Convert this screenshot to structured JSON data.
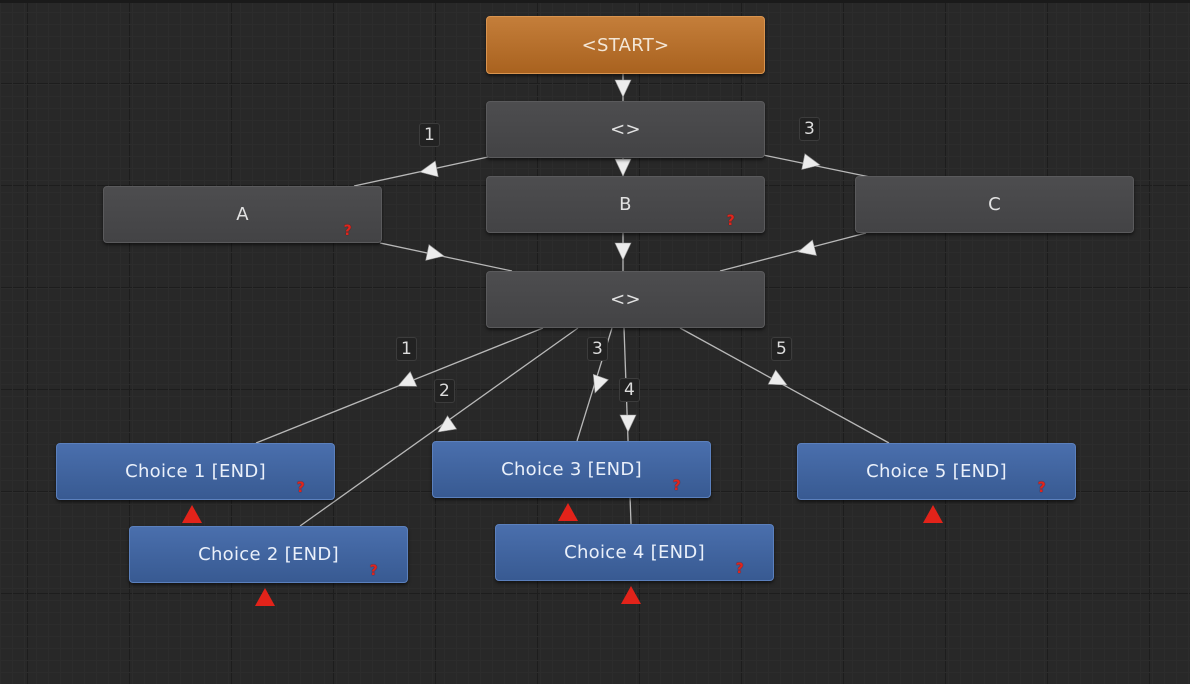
{
  "nodes": {
    "start": "<START>",
    "branch_top": "<>",
    "a": "A",
    "b": "B",
    "c": "C",
    "branch_mid": "<>",
    "choice1": "Choice 1 [END]",
    "choice2": "Choice 2 [END]",
    "choice3": "Choice 3 [END]",
    "choice4": "Choice 4 [END]",
    "choice5": "Choice 5 [END]"
  },
  "help_glyph": "?",
  "edge_labels": {
    "top_1": "1",
    "top_3": "3",
    "mid_1": "1",
    "mid_2": "2",
    "mid_3": "3",
    "mid_4": "4",
    "mid_5": "5"
  },
  "colors": {
    "canvas": "#282828",
    "start_node": "#b56d29",
    "dialogue_node": "#48484a",
    "end_node": "#4266a2",
    "edge": "#c8c8c8",
    "warning": "#e2231a"
  },
  "icons": [
    "help-icon",
    "warning-icon",
    "arrow-head"
  ]
}
